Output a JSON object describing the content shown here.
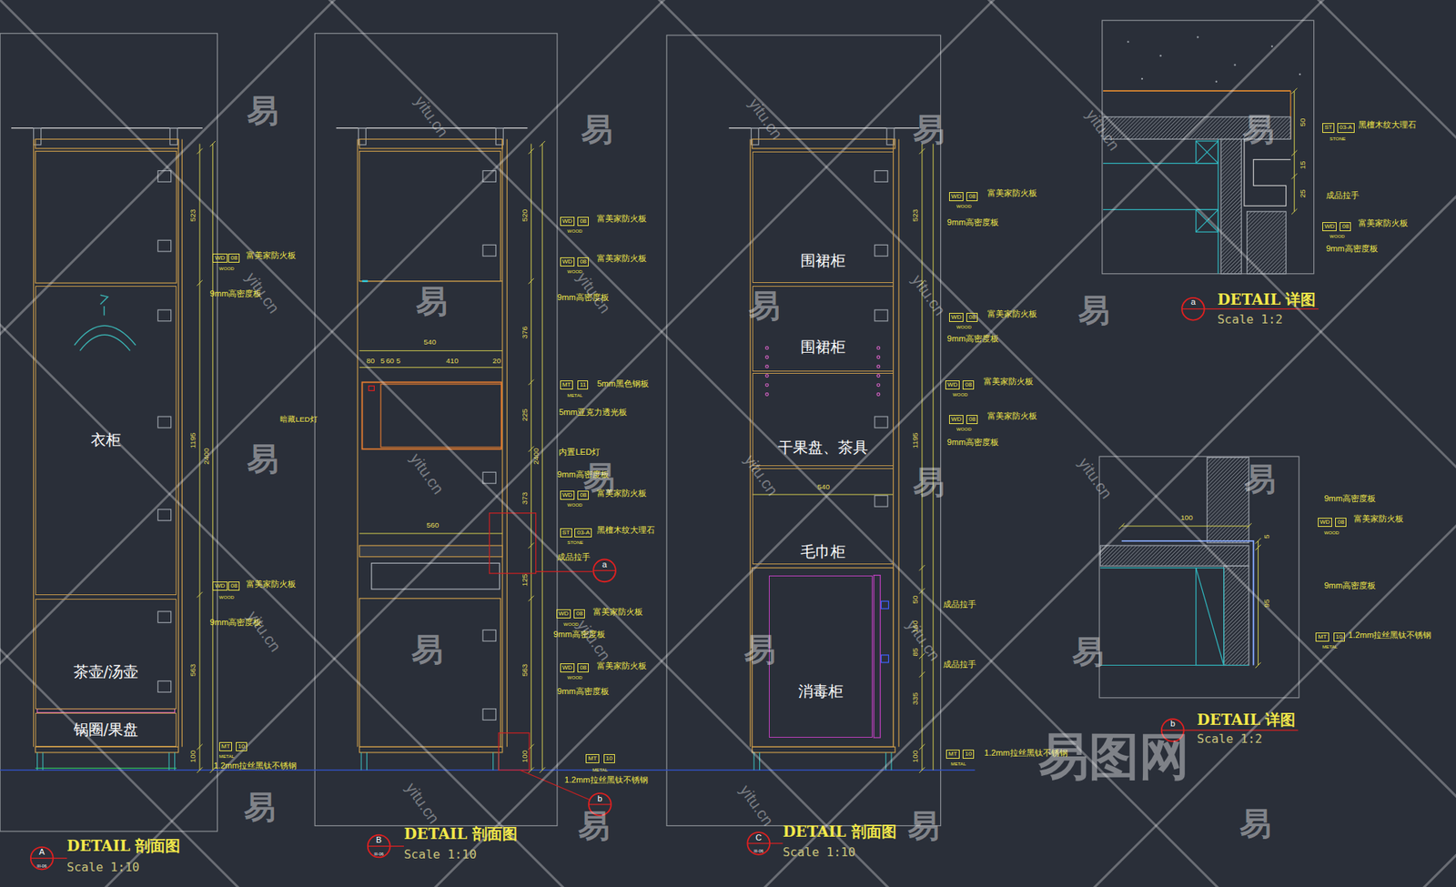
{
  "diagram": {
    "nodes": [
      {
        "text": [
          "衣柜"
        ]
      },
      {
        "text": [
          "茶壶/汤壶"
        ]
      },
      {
        "text": [
          "锅圈/果盘"
        ]
      },
      {
        "text": [
          "围裙柜"
        ]
      },
      {
        "text": [
          "围裙柜"
        ]
      },
      {
        "text": [
          "干果盘、茶具"
        ]
      },
      {
        "text": [
          "毛巾柜"
        ]
      },
      {
        "text": [
          "消毒柜"
        ]
      }
    ],
    "labels": [
      "523",
      "1195",
      "2400",
      "563",
      "100",
      "WD",
      "08",
      "富美家防火板",
      "WOOD",
      "9mm高密度板",
      "WD",
      "08",
      "富美家防火板",
      "WOOD",
      "9mm高密度板",
      "MT",
      "10",
      "METAL",
      "1.2mm拉丝黑钛不锈钢",
      "A",
      "III-06",
      "DETAIL 剖面图",
      "Scale 1:10",
      "520",
      "376",
      "540",
      "80",
      "5",
      "60",
      "5",
      "410",
      "20",
      "225",
      "2400",
      "373",
      "560",
      "125",
      "563",
      "100",
      "暗藏LED灯",
      "WD",
      "08",
      "富美家防火板",
      "WOOD",
      "WD",
      "08",
      "富美家防火板",
      "WOOD",
      "9mm高密度板",
      "MT",
      "11",
      "5mm黑色钢板",
      "METAL",
      "5mm亚克力透光板",
      "内置LED灯",
      "9mm高密度板",
      "WD",
      "08",
      "富美家防火板",
      "WOOD",
      "ST",
      "03-A",
      "黑檀木纹大理石",
      "STONE",
      "成品拉手",
      "a",
      "WD",
      "08",
      "富美家防火板",
      "WOOD",
      "9mm高密度板",
      "WD",
      "08",
      "富美家防火板",
      "WOOD",
      "9mm高密度板",
      "MT",
      "10",
      "METAL",
      "1.2mm拉丝黑钛不锈钢",
      "b",
      "B",
      "III-06",
      "DETAIL 剖面图",
      "Scale 1:10",
      "523",
      "1195",
      "540",
      "50",
      "160",
      "85",
      "335",
      "100",
      "WD",
      "08",
      "富美家防火板",
      "WOOD",
      "9mm高密度板",
      "WD",
      "08",
      "富美家防火板",
      "WOOD",
      "9mm高密度板",
      "WD",
      "08",
      "富美家防火板",
      "WOOD",
      "WD",
      "08",
      "富美家防火板",
      "WOOD",
      "9mm高密度板",
      "成品拉手",
      "成品拉手",
      "MT",
      "10",
      "METAL",
      "1.2mm拉丝黑钛不锈钢",
      "C",
      "III-06",
      "DETAIL 剖面图",
      "Scale 1:10",
      "50",
      "15",
      "25",
      "ST",
      "03-A",
      "黑檀木纹大理石",
      "STONE",
      "成品拉手",
      "WD",
      "08",
      "富美家防火板",
      "WOOD",
      "9mm高密度板",
      "a",
      "DETAIL 详图",
      "Scale 1:2",
      "100",
      "5",
      "95",
      "9mm高密度板",
      "WD",
      "08",
      "富美家防火板",
      "WOOD",
      "9mm高密度板",
      "MT",
      "10",
      "METAL",
      "1.2mm拉丝黑钛不锈钢",
      "b",
      "DETAIL 详图",
      "Scale 1:2",
      "易",
      "易",
      "易",
      "易",
      "易",
      "易",
      "易",
      "易",
      "易",
      "易",
      "易",
      "易",
      "易",
      "易",
      "易",
      "易",
      "易",
      "易",
      "yitu.cn",
      "yitu.cn",
      "yitu.cn",
      "yitu.cn",
      "yitu.cn",
      "yitu.cn",
      "yitu.cn",
      "yitu.cn",
      "yitu.cn",
      "yitu.cn",
      "yitu.cn",
      "yitu.cn",
      "yitu.cn",
      "yitu.cn",
      "易图网"
    ]
  }
}
